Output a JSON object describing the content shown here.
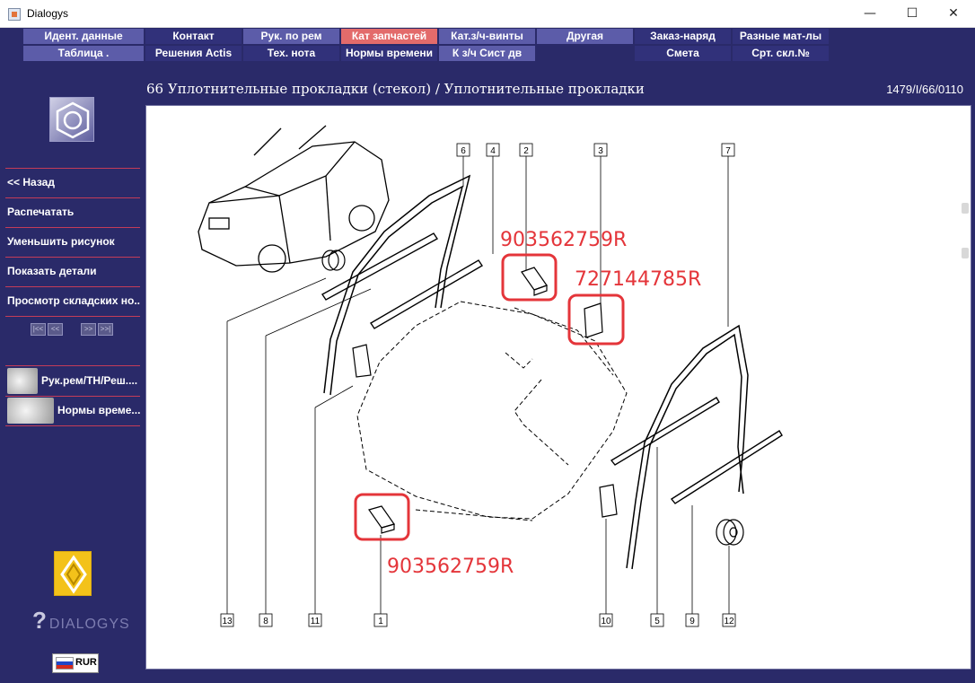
{
  "window": {
    "title": "Dialogys",
    "minimize_glyph": "—",
    "maximize_glyph": "☐",
    "close_glyph": "✕"
  },
  "top_menu": {
    "row1": [
      "Идент. данные",
      "Контакт",
      "Рук. по рем",
      "Кат запчастей",
      "Кат.з/ч-винты",
      "Другая",
      "Заказ-наряд",
      "Разные мат-лы"
    ],
    "row2": [
      "Таблица .",
      "Решения Actis",
      "Тех. нота",
      "Нормы времени",
      "К з/ч Сист дв",
      "Смета",
      "Срт. скл.№"
    ]
  },
  "sidebar": {
    "items": [
      "<< Назад",
      "Распечатать",
      "Уменьшить рисунок",
      "Показать детали",
      "Просмотр складских но..."
    ],
    "pager": [
      "|<<",
      "<<",
      ">>",
      ">>|"
    ],
    "icon_items": [
      {
        "label": "Рук.рем/ТН/Реш....",
        "icon": "wrench-manual-icon"
      },
      {
        "label": "Нормы време...",
        "icon": "gauge-icon"
      }
    ],
    "brand_logo": "renault-logo",
    "app_logo_text": "DIALOGYS",
    "currency": "RUR"
  },
  "content": {
    "title": "66 Уплотнительные прокладки (стекол) / Уплотнительные прокладки",
    "code": "1479/I/66/0110"
  },
  "diagram": {
    "part_numbers": [
      "13",
      "8",
      "11",
      "1",
      "10",
      "5",
      "9",
      "12",
      "6",
      "4",
      "2",
      "3",
      "7"
    ],
    "annotations": [
      "903562759R",
      "727144785R",
      "903562759R"
    ],
    "highlight_color": "#e4353a"
  },
  "colors": {
    "app_bg": "#2a2a69",
    "menu_light": "#5c5ca9",
    "menu_dark": "#31317a",
    "menu_active": "#e36b6b",
    "separator": "#c43c58"
  }
}
